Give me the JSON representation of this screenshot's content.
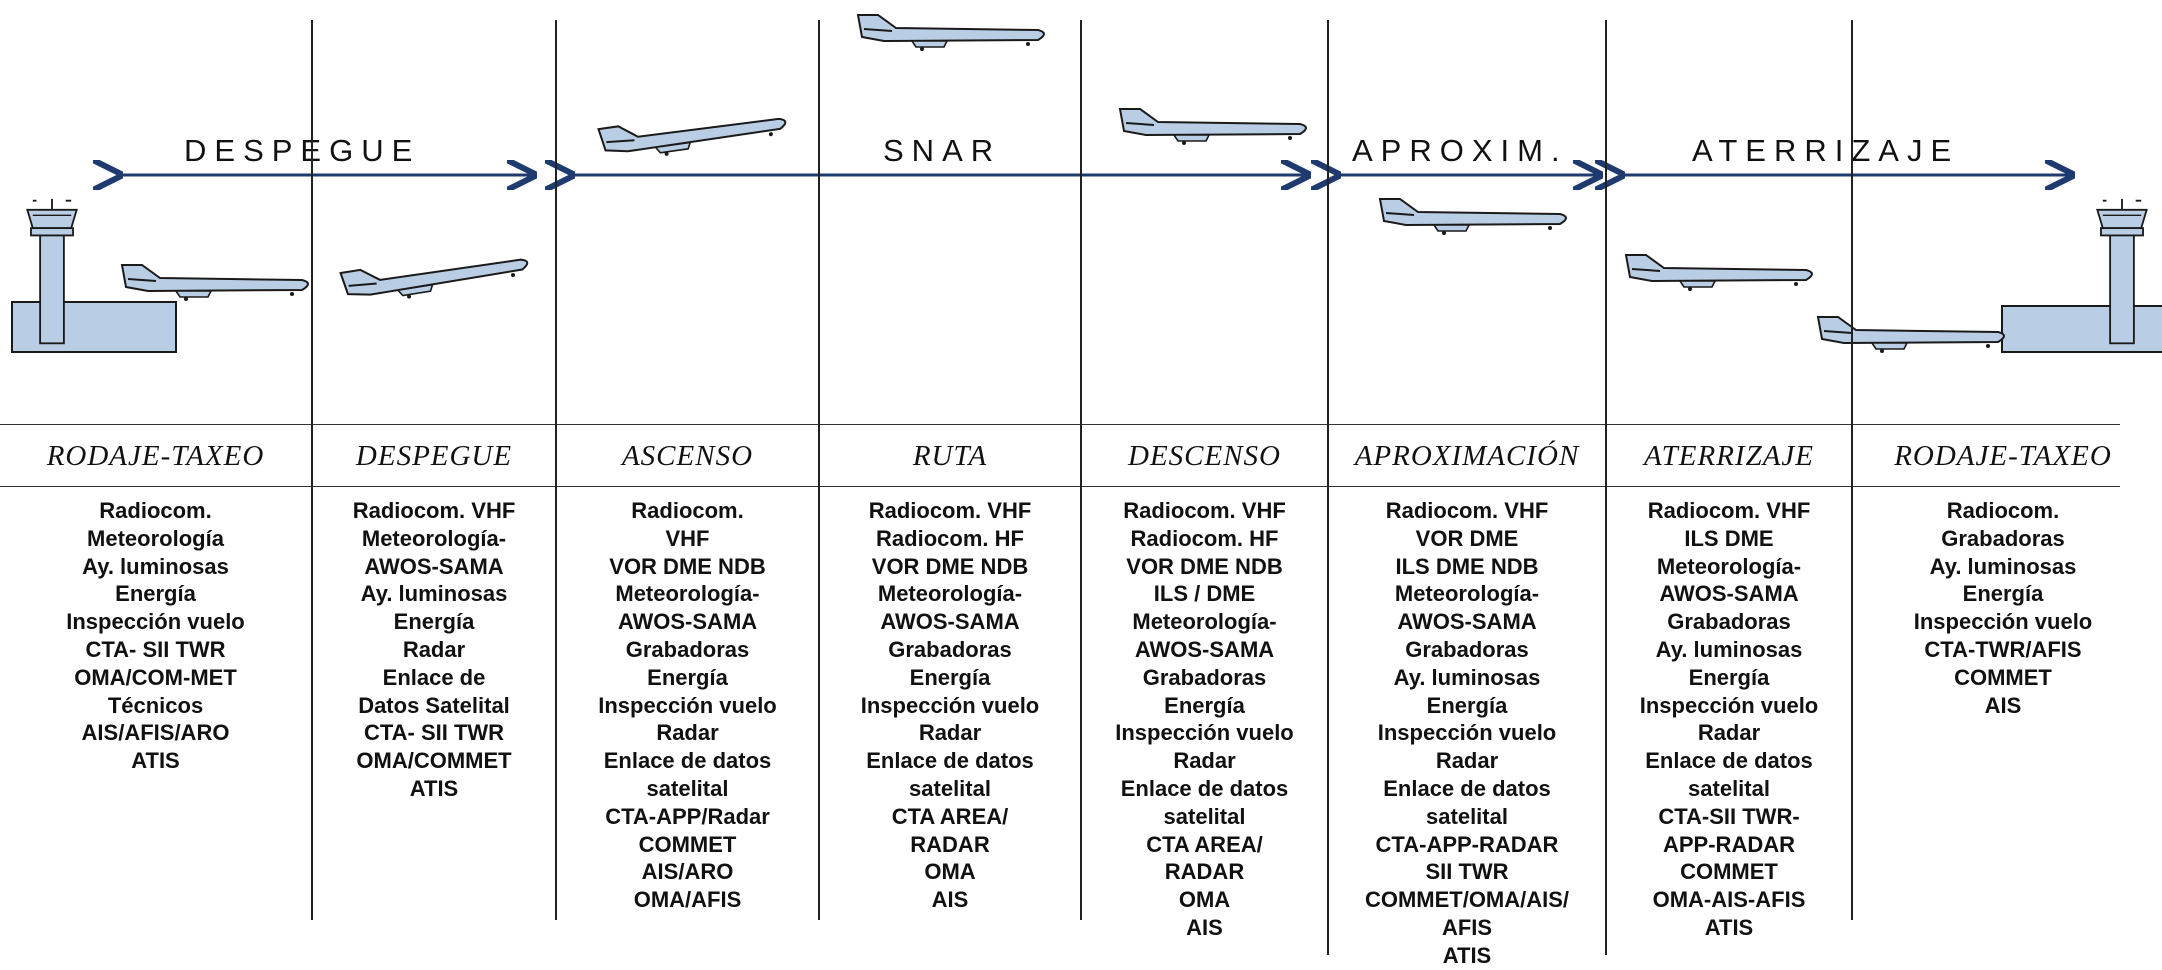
{
  "colors": {
    "line": "#222222",
    "arrow": "#1f3a6e",
    "plane": "#b9cde4",
    "outline": "#1a1a1a"
  },
  "phases": [
    {
      "label": "DESPEGUE",
      "arrow_icon": "double-arrow-icon"
    },
    {
      "label": "SNAR",
      "arrow_icon": "double-arrow-icon"
    },
    {
      "label": "APROXIM.",
      "arrow_icon": "double-arrow-icon"
    },
    {
      "label": "ATERRIZAJE",
      "arrow_icon": "double-arrow-icon"
    }
  ],
  "columns": [
    {
      "title": "RODAJE-TAXEO",
      "items": [
        "Radiocom.",
        "Meteorología",
        "Ay. luminosas",
        "Energía",
        "Inspección vuelo",
        "CTA- SII TWR",
        "OMA/COM-MET",
        "Técnicos",
        "AIS/AFIS/ARO",
        "ATIS"
      ]
    },
    {
      "title": "DESPEGUE",
      "items": [
        "Radiocom. VHF",
        "Meteorología-",
        "AWOS-SAMA",
        "Ay. luminosas",
        "Energía",
        "Radar",
        "Enlace de",
        "Datos Satelital",
        "CTA- SII TWR",
        "OMA/COMMET",
        "ATIS"
      ]
    },
    {
      "title": "ASCENSO",
      "items": [
        "Radiocom.",
        "VHF",
        "VOR DME NDB",
        "Meteorología-",
        "AWOS-SAMA",
        "Grabadoras",
        "Energía",
        "Inspección vuelo",
        "Radar",
        "Enlace de datos",
        "satelital",
        "CTA-APP/Radar",
        "COMMET",
        "AIS/ARO",
        "OMA/AFIS"
      ]
    },
    {
      "title": "RUTA",
      "items": [
        "Radiocom. VHF",
        "Radiocom. HF",
        "VOR DME NDB",
        "Meteorología-",
        "AWOS-SAMA",
        "Grabadoras",
        "Energía",
        "Inspección vuelo",
        "Radar",
        "Enlace de datos",
        "satelital",
        "CTA AREA/",
        "RADAR",
        "OMA",
        "AIS"
      ]
    },
    {
      "title": "DESCENSO",
      "items": [
        "Radiocom. VHF",
        "Radiocom. HF",
        "VOR DME NDB",
        "ILS / DME",
        "Meteorología-",
        "AWOS-SAMA",
        "Grabadoras",
        "Energía",
        "Inspección vuelo",
        "Radar",
        "Enlace de datos",
        "satelital",
        "CTA AREA/",
        "RADAR",
        "OMA",
        "AIS"
      ]
    },
    {
      "title": "APROXIMACIÓN",
      "items": [
        "Radiocom. VHF",
        "VOR DME",
        "ILS DME NDB",
        "Meteorología-",
        "AWOS-SAMA",
        "Grabadoras",
        "Ay. luminosas",
        "Energía",
        "Inspección vuelo",
        "Radar",
        "Enlace de datos",
        "satelital",
        "CTA-APP-RADAR",
        "SII TWR",
        "COMMET/OMA/AIS/",
        "AFIS",
        "ATIS"
      ]
    },
    {
      "title": "ATERRIZAJE",
      "items": [
        "Radiocom. VHF",
        "ILS DME",
        "Meteorología-",
        "AWOS-SAMA",
        "Grabadoras",
        "Ay. luminosas",
        "Energía",
        "Inspección vuelo",
        "Radar",
        "Enlace de datos",
        "satelital",
        "CTA-SII TWR-",
        "APP-RADAR",
        "COMMET",
        "OMA-AIS-AFIS",
        "ATIS"
      ]
    },
    {
      "title": "RODAJE-TAXEO",
      "items": [
        "Radiocom.",
        "Grabadoras",
        "Ay. luminosas",
        "Energía",
        "Inspección vuelo",
        "CTA-TWR/AFIS",
        "COMMET",
        "AIS"
      ]
    }
  ],
  "icons": [
    "control-tower-icon",
    "airplane-icon"
  ]
}
